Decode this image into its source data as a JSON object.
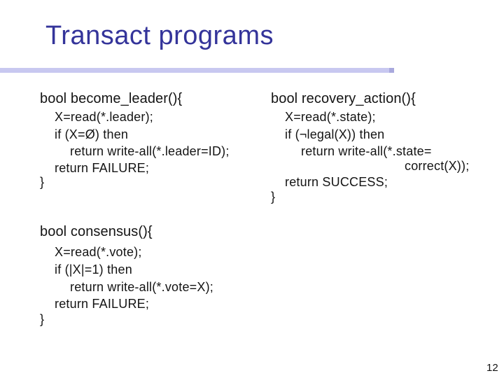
{
  "slide": {
    "title": "Transact programs",
    "page_number": "12"
  },
  "colors": {
    "title": "#34349a",
    "bar": "#c8c8f0",
    "bar_end": "#a9a9dd",
    "code": "#141414"
  },
  "blocks": {
    "become_leader": {
      "header": "bool become_leader(){",
      "lines": [
        "X=read(*.leader);",
        "if (X=Ø) then",
        "return write-all(*.leader=ID);",
        "return FAILURE;"
      ],
      "close": "}"
    },
    "recovery_action": {
      "header": "bool recovery_action(){",
      "lines": [
        "X=read(*.state);",
        "if (¬legal(X)) then",
        "return write-all(*.state=",
        "correct(X));",
        "return SUCCESS;"
      ],
      "close": "}"
    },
    "consensus": {
      "header": "bool consensus(){",
      "lines": [
        "X=read(*.vote);",
        "if (|X|=1) then",
        "return write-all(*.vote=X);",
        "return FAILURE;"
      ],
      "close": "}"
    }
  }
}
